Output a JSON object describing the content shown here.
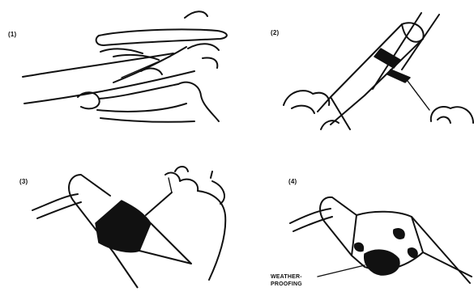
{
  "panels": [
    {
      "label": "(1)",
      "icon": "splice-wrapping-start-illustration"
    },
    {
      "label": "(2)",
      "icon": "splice-wrapping-continue-illustration"
    },
    {
      "label": "(3)",
      "icon": "splice-wrapped-band-illustration"
    },
    {
      "label": "(4)",
      "icon": "splice-weatherproofed-illustration"
    }
  ],
  "callout": {
    "line1": "WEATHER-",
    "line2": "PROOFING"
  },
  "colors": {
    "ink": "#111111",
    "paper": "#ffffff"
  }
}
